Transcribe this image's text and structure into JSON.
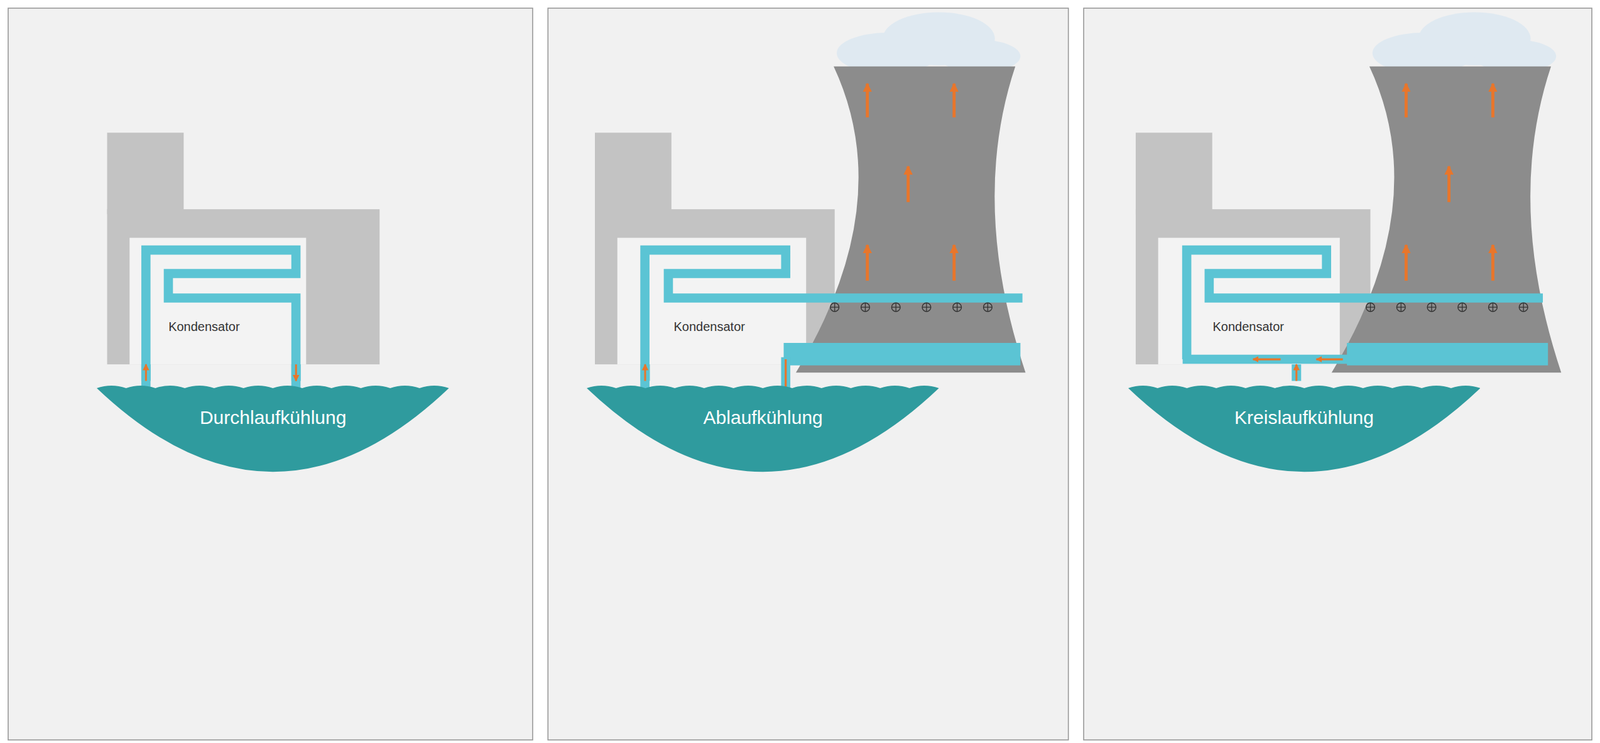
{
  "diagram": {
    "nodes": [
      {
        "text": [
          "Kondensator"
        ]
      },
      {
        "text": [
          "Durchlaufkühlung"
        ]
      },
      {
        "text": [
          "Kondensator"
        ]
      },
      {
        "text": [
          "Ablaufkühlung"
        ]
      },
      {
        "text": [
          "Kondensator"
        ]
      },
      {
        "text": [
          "Kreislaufkühlung"
        ]
      }
    ],
    "edges": [
      {
        "from": 1,
        "to": 0,
        "arrow": "to"
      },
      {
        "from": 0,
        "to": 1,
        "arrow": "to"
      },
      {
        "from": 3,
        "to": 2,
        "arrow": "to"
      },
      {
        "from": 5,
        "to": 4,
        "arrow": "to"
      }
    ]
  }
}
